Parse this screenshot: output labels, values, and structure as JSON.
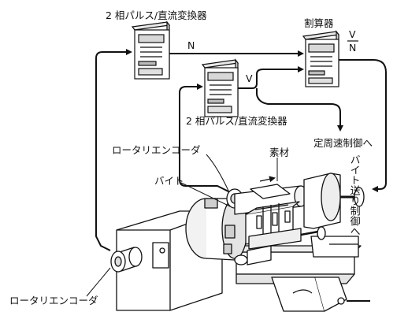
{
  "labels": {
    "converter_top": "2 相パルス/直流変換器",
    "converter_mid": "2 相パルス/直流変換器",
    "divider": "割算器",
    "signal_n": "N",
    "signal_v": "V",
    "frac_num": "V",
    "frac_den": "N",
    "to_constant_speed": "定周速制御へ",
    "material": "素材",
    "encoder_upper": "ロータリエンコーダ",
    "tool": "バイト",
    "encoder_lower": "ロータリエンコーダ",
    "to_tool_feed": "バイト送り制御へ"
  }
}
